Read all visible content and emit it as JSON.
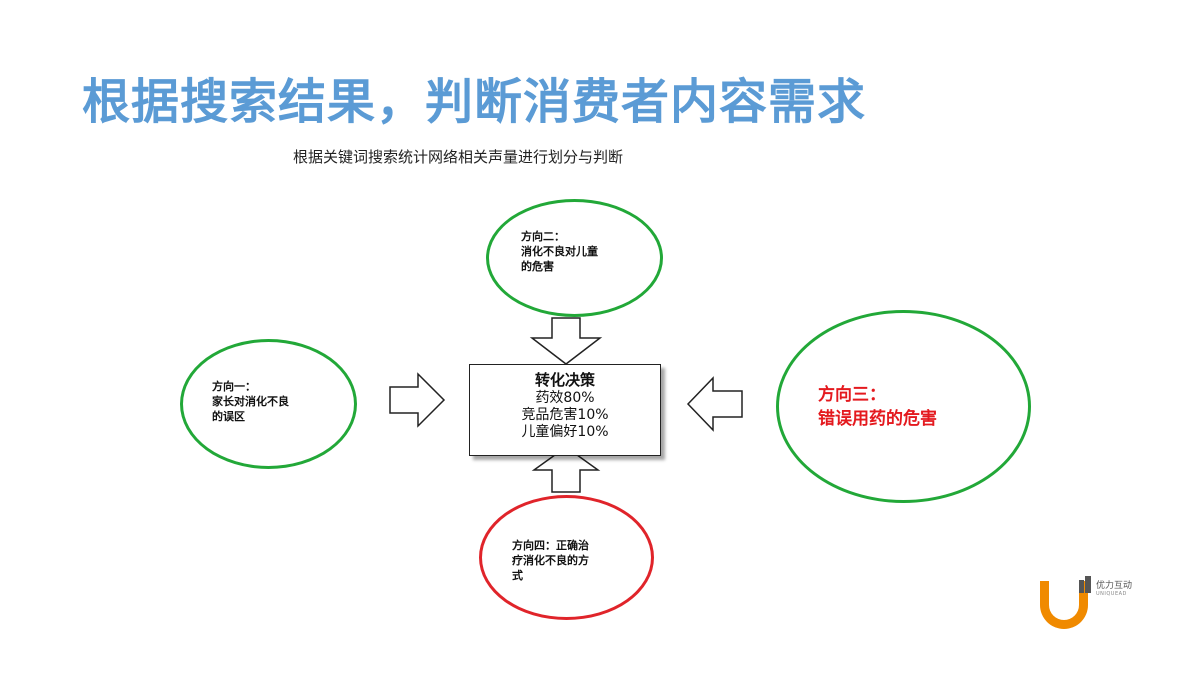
{
  "title": "根据搜索结果，判断消费者内容需求",
  "subtitle": "根据关键词搜索统计网络相关声量进行划分与判断",
  "center": {
    "title": "转化决策",
    "lines": [
      "药效80%",
      "竞品危害10%",
      "儿童偏好10%"
    ]
  },
  "directions": {
    "d1": {
      "lines": [
        "方向一：",
        "家长对消化不良",
        "的误区"
      ],
      "color": "#22a838"
    },
    "d2": {
      "lines": [
        "方向二：",
        "消化不良对儿童",
        "的危害"
      ],
      "color": "#22a838"
    },
    "d3": {
      "lines": [
        "方向三：",
        "错误用药的危害"
      ],
      "color": "#22a838",
      "text_color": "#e4191e"
    },
    "d4": {
      "lines": [
        "方向四：正确治",
        "疗消化不良的方",
        "式"
      ],
      "color": "#e0242a"
    }
  },
  "logo": {
    "text": "优力互动",
    "sub": "UNIQUEAD",
    "color": "#f08a00"
  }
}
